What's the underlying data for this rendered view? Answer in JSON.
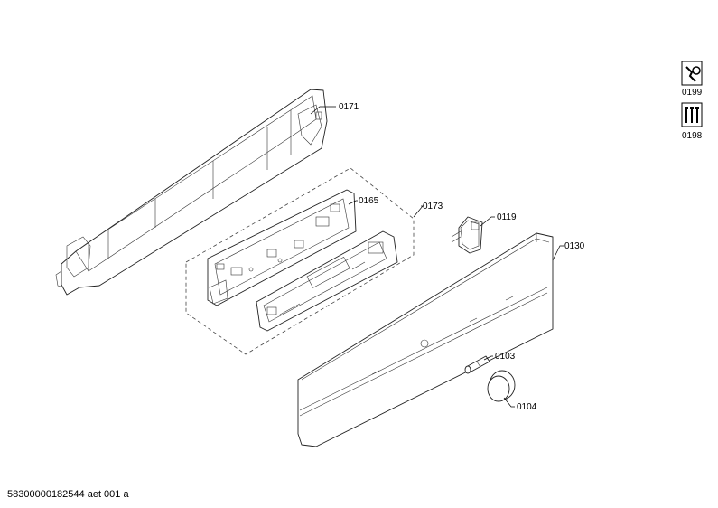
{
  "labels": {
    "p0171": "0171",
    "p0165": "0165",
    "p0173": "0173",
    "p0119": "0119",
    "p0130": "0130",
    "p0103": "0103",
    "p0104": "0104",
    "p0199": "0199",
    "p0198": "0198"
  },
  "footer": "58300000182544 aet 001 a",
  "icons": {
    "service": "wrench-tool-icon",
    "screws": "screws-icon"
  }
}
